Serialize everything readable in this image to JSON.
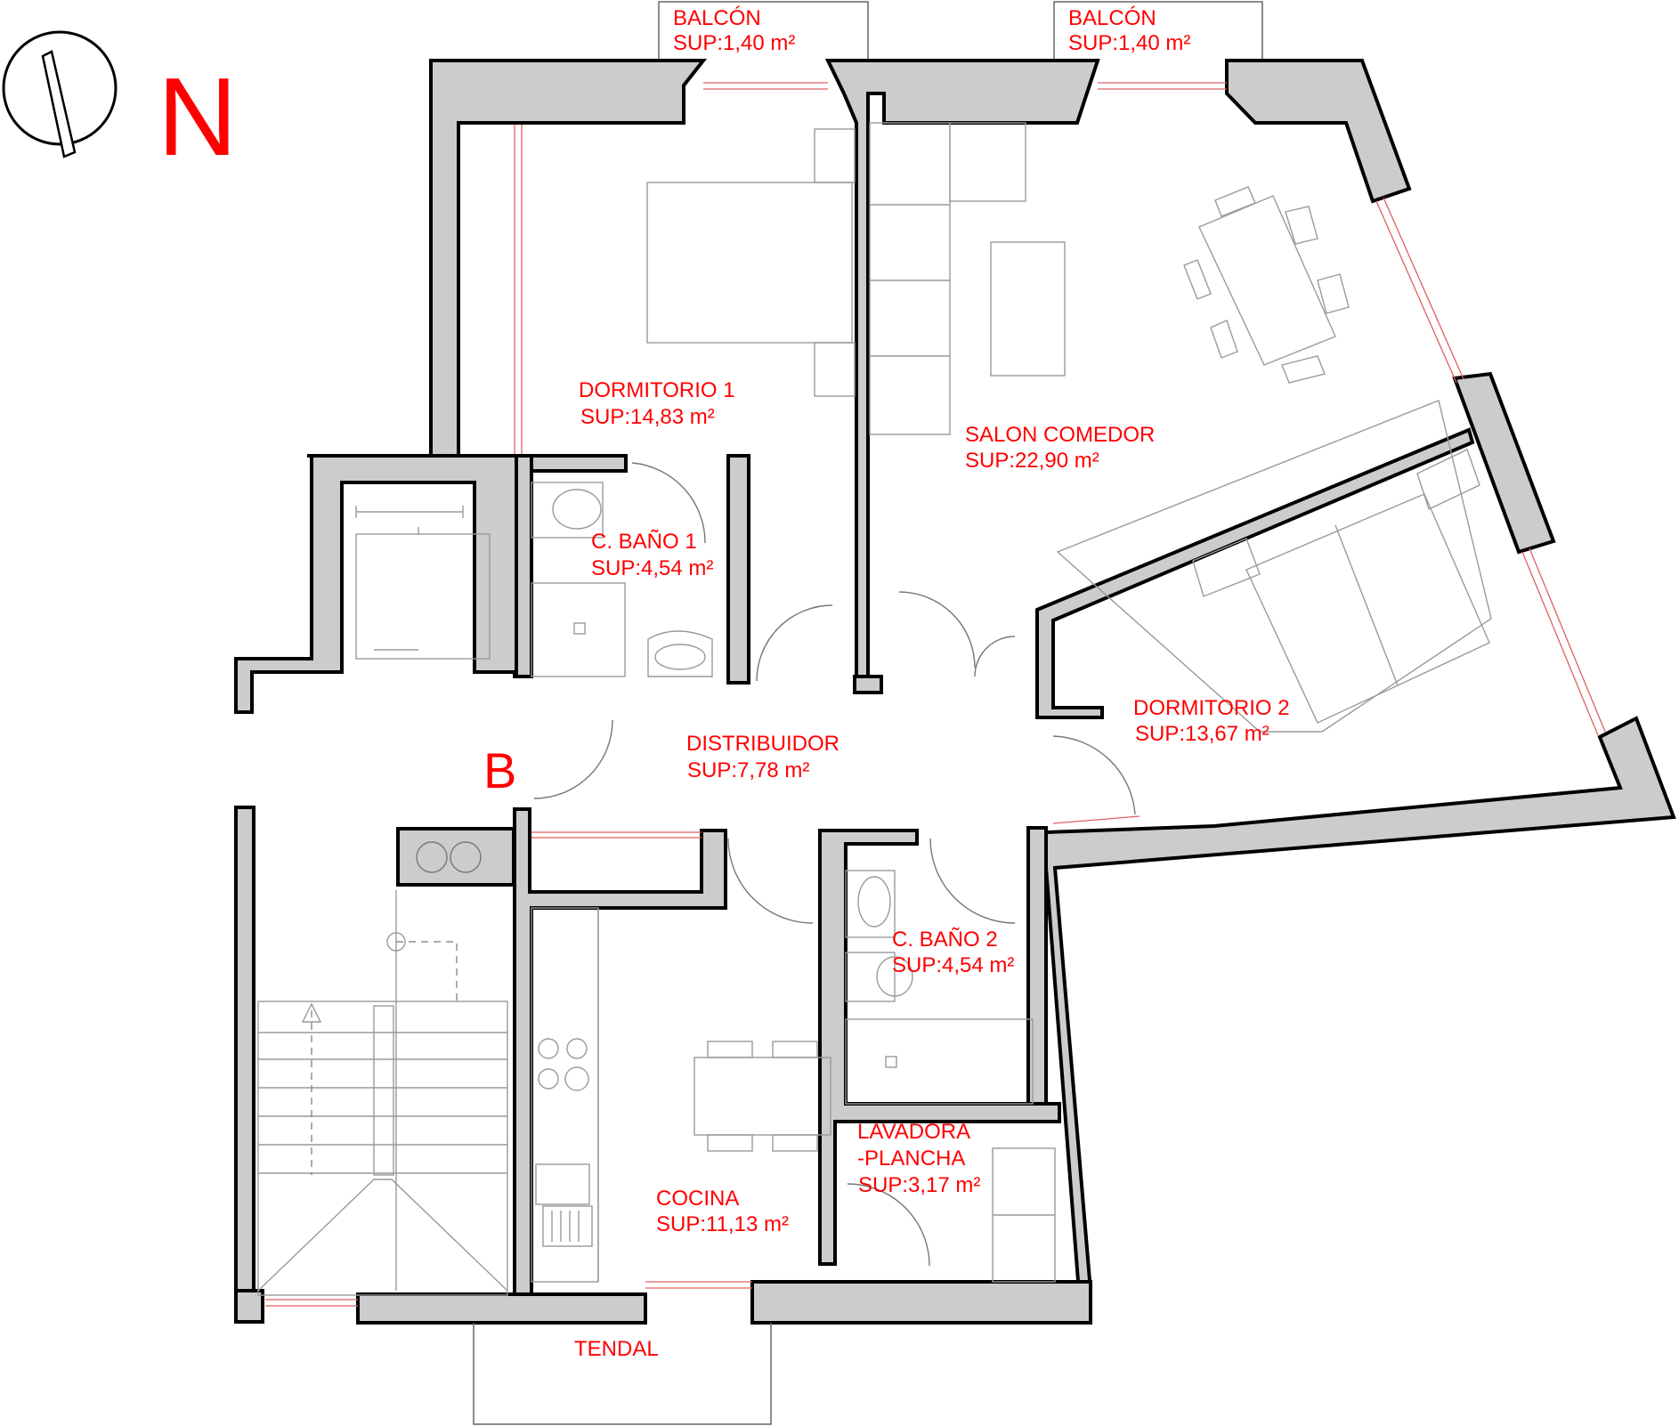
{
  "north": {
    "letter": "N"
  },
  "stair_marker": "B",
  "colors": {
    "label": "#ff0000",
    "wall_fill": "#cccccc",
    "wall_stroke": "#000000",
    "window": "#e06060"
  },
  "rooms": [
    {
      "id": "balcon1",
      "name": "BALCÓN",
      "area": "SUP:1,40 m²"
    },
    {
      "id": "balcon2",
      "name": "BALCÓN",
      "area": "SUP:1,40 m²"
    },
    {
      "id": "dorm1",
      "name": "DORMITORIO 1",
      "area": "SUP:14,83 m²"
    },
    {
      "id": "salon",
      "name": "SALON COMEDOR",
      "area": "SUP:22,90 m²"
    },
    {
      "id": "bano1",
      "name": "C. BAÑO 1",
      "area": "SUP:4,54 m²"
    },
    {
      "id": "dorm2",
      "name": "DORMITORIO 2",
      "area": "SUP:13,67 m²"
    },
    {
      "id": "distrib",
      "name": "DISTRIBUIDOR",
      "area": "SUP:7,78 m²"
    },
    {
      "id": "bano2",
      "name": "C. BAÑO 2",
      "area": "SUP:4,54 m²"
    },
    {
      "id": "lavadora",
      "name": "LAVADORA",
      "name2": "-PLANCHA",
      "area": "SUP:3,17 m²"
    },
    {
      "id": "cocina",
      "name": "COCINA",
      "area": "SUP:11,13 m²"
    },
    {
      "id": "tendal",
      "name": "TENDAL"
    }
  ]
}
